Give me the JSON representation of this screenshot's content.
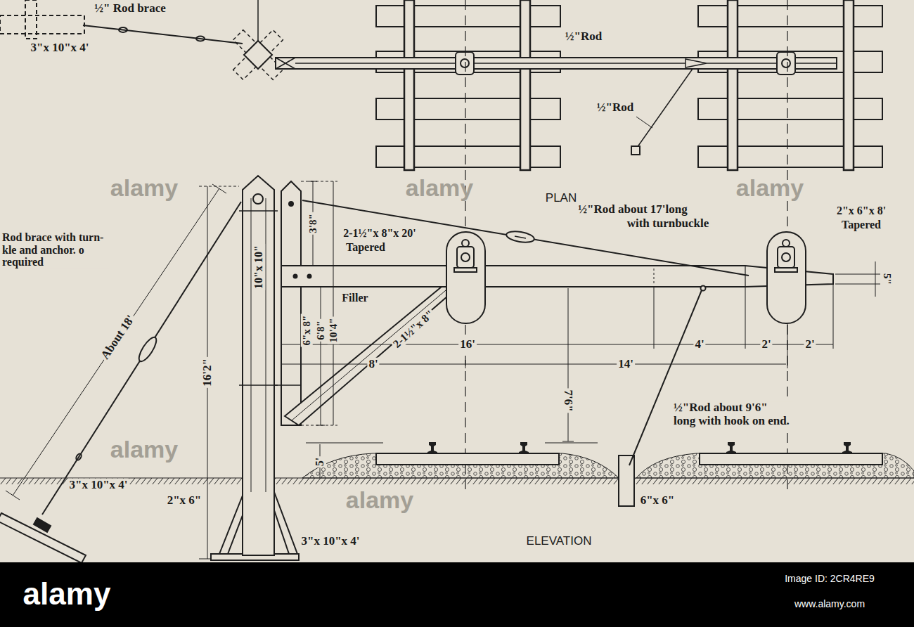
{
  "diagram": {
    "labels": [
      "½\" Rod brace",
      "3\"x 10\"x 4'",
      "½\"Rod",
      "½\"Rod",
      "PLAN",
      "Rod brace with turn- kle and anchor. o required",
      "About 18'",
      "16'2\"",
      "10\"x 10\"",
      "3'8\"",
      "6\"x 8\"",
      "6'8\"",
      "10'4\"",
      "2-1½\"x 8\"x 20'",
      "Tapered",
      "Filler",
      "2-1½\"x 8\"",
      "½\"Rod about 17'long",
      "with turnbuckle",
      "2\"x 6\"x 8'",
      "Tapered",
      "5\"",
      "16'",
      "4'",
      "2'",
      "2'",
      "8'",
      "14'",
      "7'6\"",
      "½\"Rod about 9'6\" long with hook on end.",
      "5'",
      "6\"x 6\"",
      "3\"x 10\"x 4'",
      "2\"x 6\"",
      "3\"x 10\"x 4'",
      "ELEVATION",
      "alamy",
      "alamy",
      "alamy",
      "alamy",
      "alamy",
      "alamy",
      "Image ID: 2CR4RE9",
      "www.alamy.com"
    ]
  }
}
